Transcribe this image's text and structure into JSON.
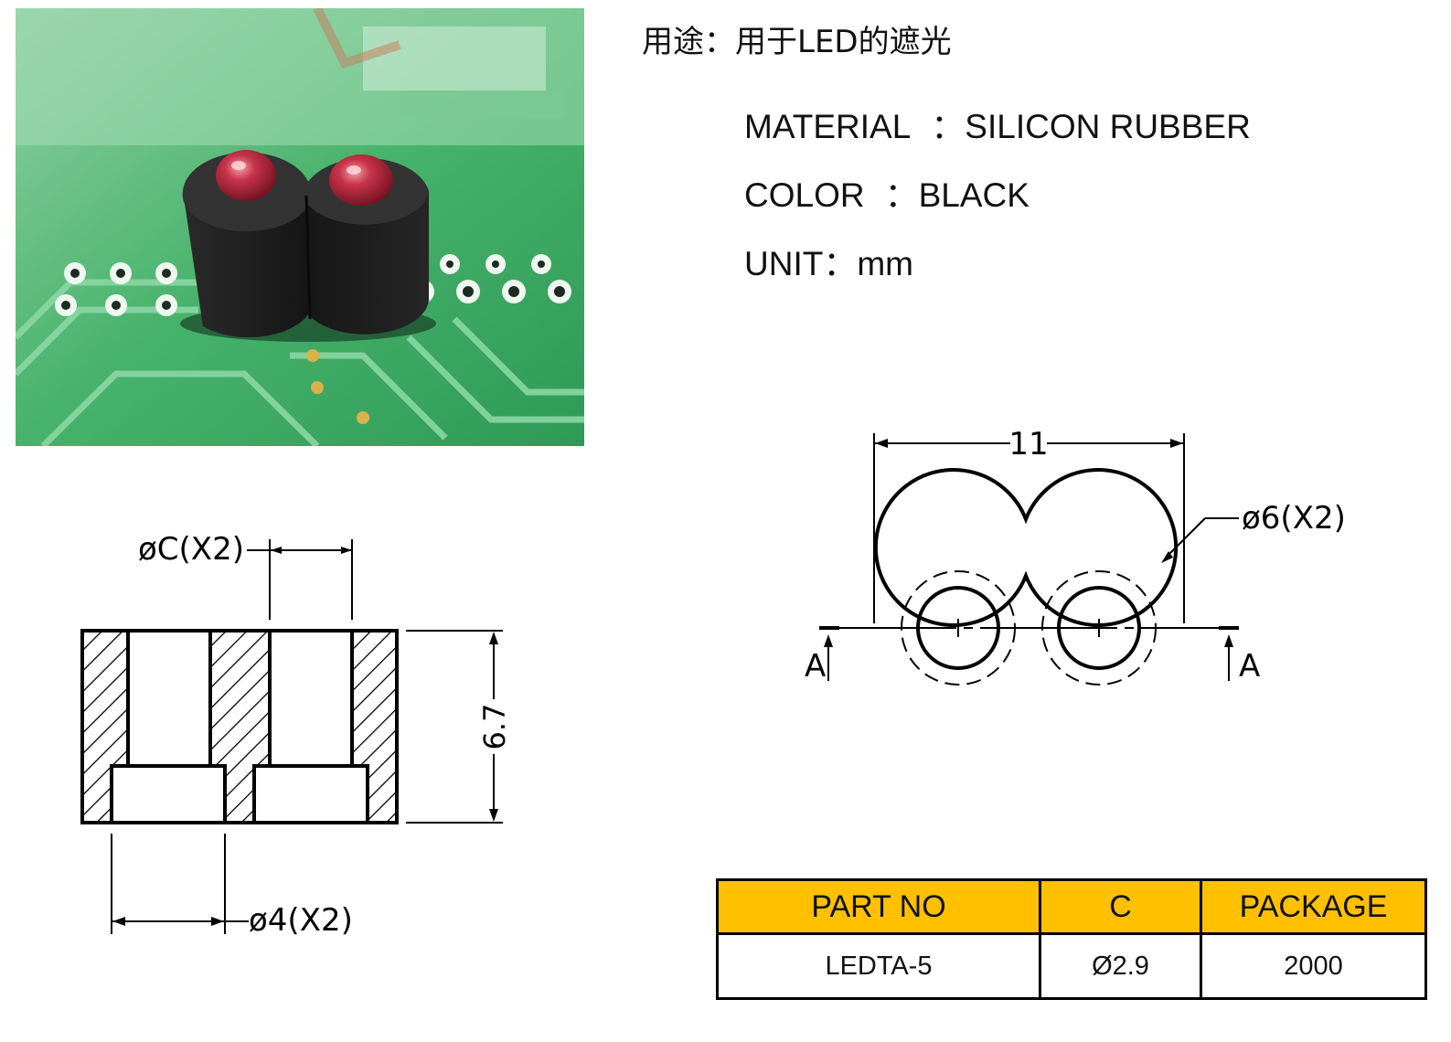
{
  "usage": {
    "label": "用途",
    "separator": "：",
    "text": "用于LED的遮光"
  },
  "specs": {
    "material": {
      "label": "MATERIAL",
      "value": "SILICON RUBBER"
    },
    "color": {
      "label": "COLOR",
      "value": "BLACK"
    },
    "unit": {
      "label": "UNIT",
      "value": "mm"
    },
    "separator": "："
  },
  "side_view": {
    "bore_label": "øC(X2)",
    "counterbore_label": "ø4(X2)",
    "height_label": "6.7"
  },
  "top_view": {
    "width_label": "11",
    "diameter_label": "ø6(X2)",
    "section_left": "A",
    "section_right": "A"
  },
  "table": {
    "headers": [
      "PART NO",
      "C",
      "PACKAGE"
    ],
    "rows": [
      [
        "LEDTA-5",
        "Ø2.9",
        "2000"
      ]
    ]
  },
  "colors": {
    "table_header": "#ffc000",
    "pcb": "#3fae66",
    "rubber": "#1b1b1b",
    "led": "#b3233a"
  }
}
